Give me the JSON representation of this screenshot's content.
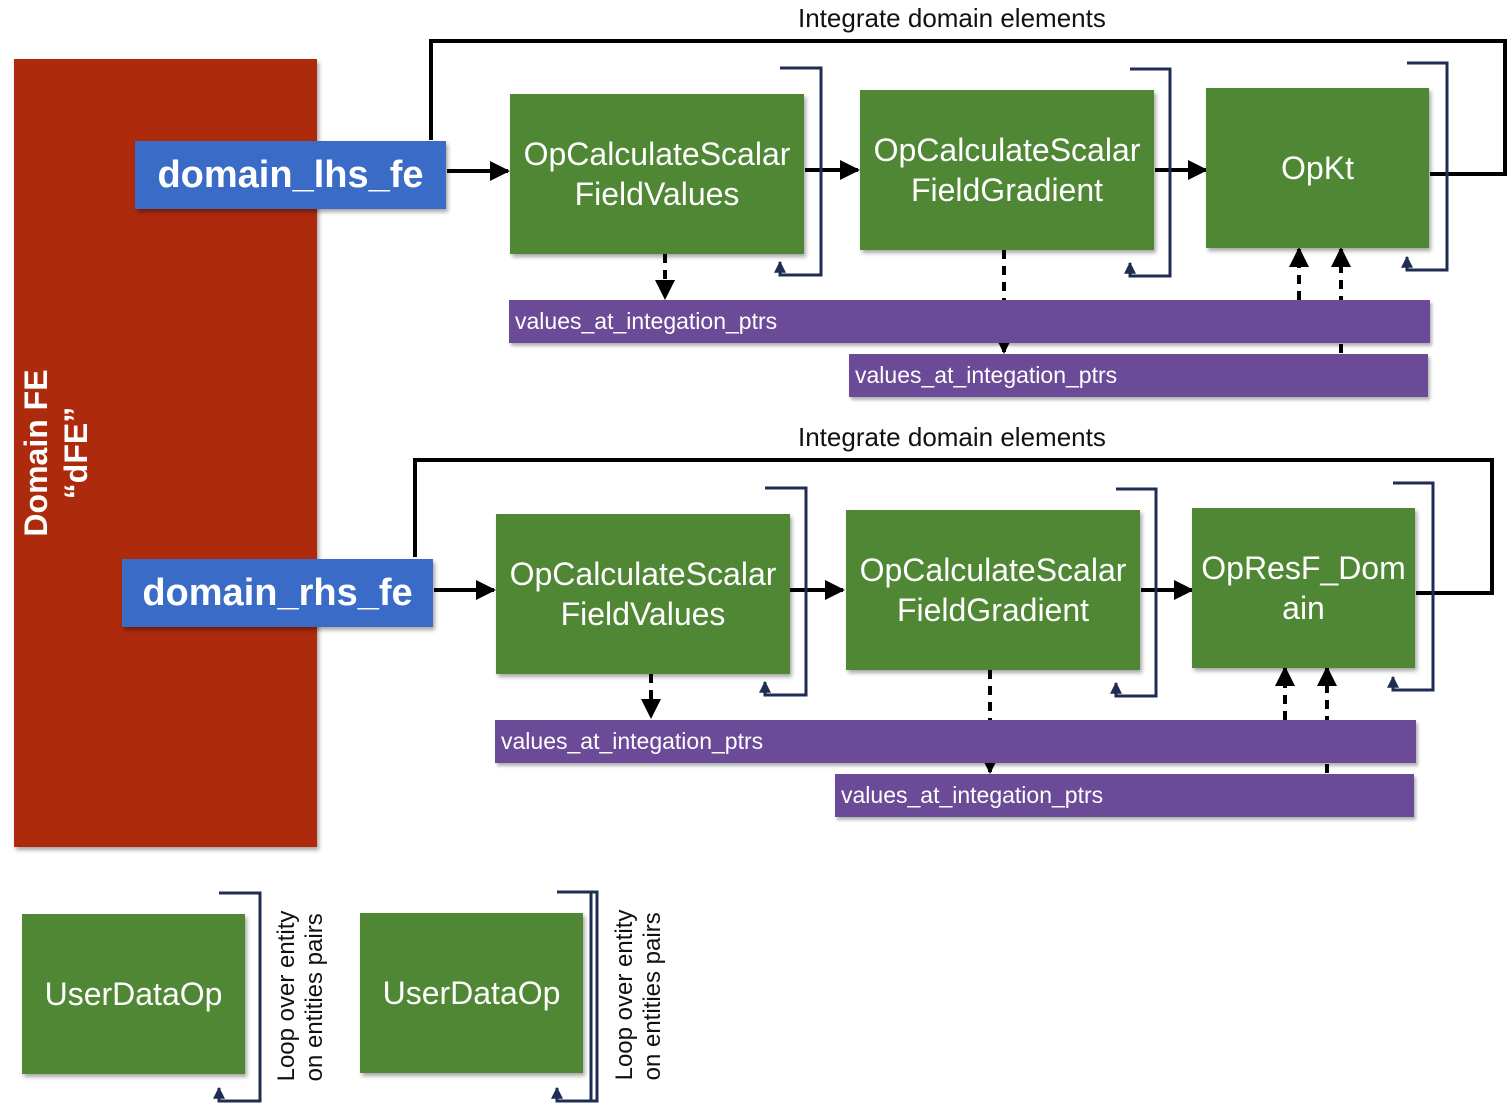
{
  "domain_fe": {
    "line1": "Domain FE",
    "line2": "“dFE”"
  },
  "pipelines": [
    {
      "title": "Integrate domain elements",
      "fe": "domain_lhs_fe",
      "ops": [
        {
          "line1": "OpCalculateScalar",
          "line2": "FieldValues"
        },
        {
          "line1": "OpCalculateScalar",
          "line2": "FieldGradient"
        },
        {
          "line1": "OpKt",
          "line2": ""
        }
      ],
      "buffers": [
        "values_at_integation_ptrs",
        "values_at_integation_ptrs"
      ]
    },
    {
      "title": "Integrate domain elements",
      "fe": "domain_rhs_fe",
      "ops": [
        {
          "line1": "OpCalculateScalar",
          "line2": "FieldValues"
        },
        {
          "line1": "OpCalculateScalar",
          "line2": "FieldGradient"
        },
        {
          "line1": "OpResF_Dom",
          "line2": "ain"
        }
      ],
      "buffers": [
        "values_at_integation_ptrs",
        "values_at_integation_ptrs"
      ]
    }
  ],
  "legend": [
    {
      "op": "UserDataOp",
      "line1": "Loop over entity",
      "line2": "on entities pairs"
    },
    {
      "op": "UserDataOp",
      "line1": "Loop over entity",
      "line2": "on entities pairs"
    }
  ],
  "colors": {
    "domain_fe": "#ad2a0c",
    "finite_element": "#3a6bc6",
    "operator": "#4f8734",
    "data_buffer": "#6b4a98",
    "loop_bracket": "#1f2d55"
  }
}
